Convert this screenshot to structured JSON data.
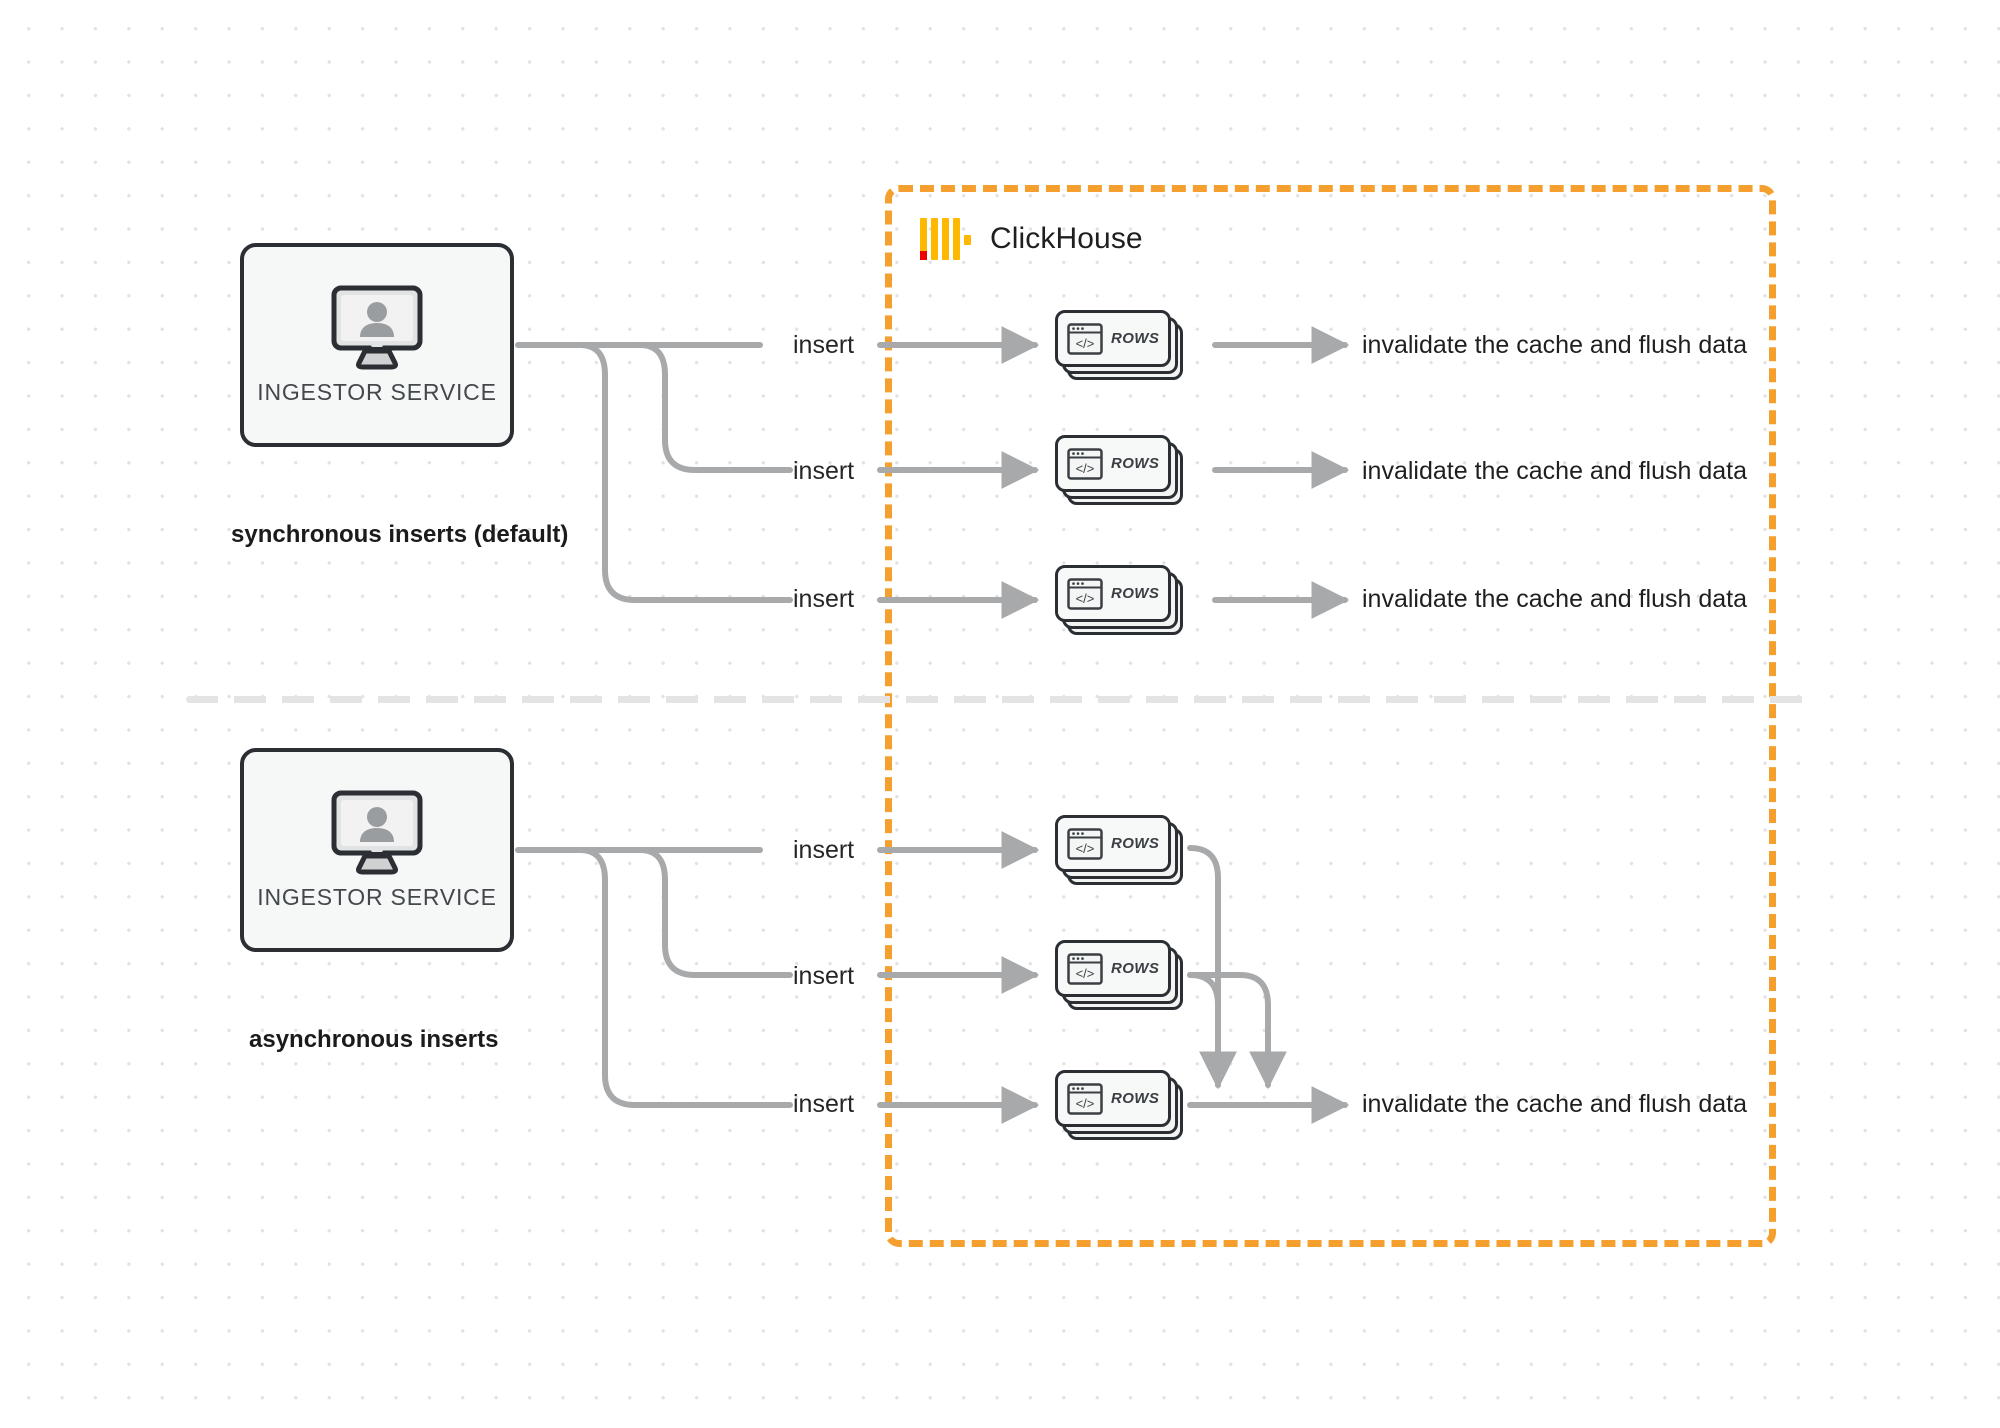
{
  "clickhouse": {
    "title": "ClickHouse",
    "logo_icon": "clickhouse-logo-icon",
    "border_color": "#f5a02e"
  },
  "sections": [
    {
      "id": "synchronous",
      "mode_label": "synchronous inserts (default)",
      "ingestor": {
        "caption": "INGESTOR SERVICE",
        "icon": "monitor-user-icon"
      },
      "flows": [
        {
          "insert_label": "insert",
          "rows_label": "ROWS",
          "result_label": "invalidate the cache and flush data"
        },
        {
          "insert_label": "insert",
          "rows_label": "ROWS",
          "result_label": "invalidate the cache and flush data"
        },
        {
          "insert_label": "insert",
          "rows_label": "ROWS",
          "result_label": "invalidate the cache and flush data"
        }
      ]
    },
    {
      "id": "asynchronous",
      "mode_label": "asynchronous inserts",
      "ingestor": {
        "caption": "INGESTOR SERVICE",
        "icon": "monitor-user-icon"
      },
      "flows": [
        {
          "insert_label": "insert",
          "rows_label": "ROWS"
        },
        {
          "insert_label": "insert",
          "rows_label": "ROWS"
        },
        {
          "insert_label": "insert",
          "rows_label": "ROWS"
        }
      ],
      "merged_result_label": "invalidate the cache and flush data"
    }
  ],
  "colors": {
    "wire": "#a8a9ab",
    "box_stroke": "#2b2f33",
    "box_fill": "#f6f7f7",
    "accent_orange": "#f5a02e",
    "logo_yellow": "#ffb800",
    "logo_red": "#ef0000",
    "dot_grid": "#e3e1e1"
  }
}
